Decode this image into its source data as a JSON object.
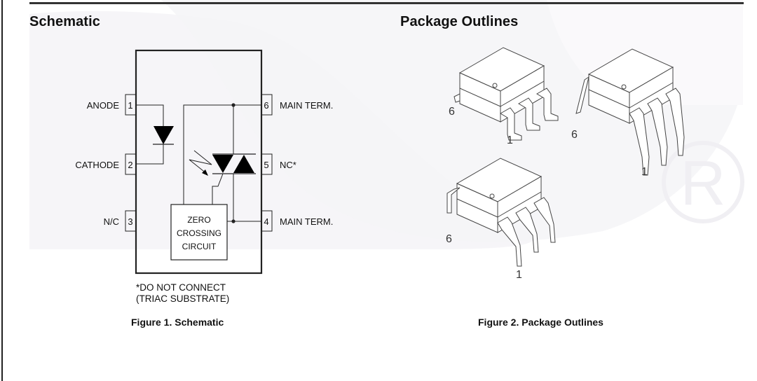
{
  "schematic": {
    "title": "Schematic",
    "pins_left": [
      {
        "number": "1",
        "label": "ANODE"
      },
      {
        "number": "2",
        "label": "CATHODE"
      },
      {
        "number": "3",
        "label": "N/C"
      }
    ],
    "pins_right": [
      {
        "number": "6",
        "label": "MAIN TERM."
      },
      {
        "number": "5",
        "label": "NC*"
      },
      {
        "number": "4",
        "label": "MAIN TERM."
      }
    ],
    "block_label": [
      "ZERO",
      "CROSSING",
      "CIRCUIT"
    ],
    "note": [
      "*DO NOT CONNECT",
      "(TRIAC SUBSTRATE)"
    ],
    "caption": "Figure 1. Schematic"
  },
  "packages": {
    "title": "Package Outlines",
    "outlines": [
      {
        "type": "surface-mount",
        "pin_labels": [
          "6",
          "1"
        ]
      },
      {
        "type": "through-hole-wide",
        "pin_labels": [
          "6",
          "1"
        ]
      },
      {
        "type": "through-hole",
        "pin_labels": [
          "6",
          "1"
        ]
      }
    ],
    "caption": "Figure 2. Package Outlines"
  },
  "watermark": {
    "symbol": "registered-mark",
    "color": "#f3f2f5"
  }
}
